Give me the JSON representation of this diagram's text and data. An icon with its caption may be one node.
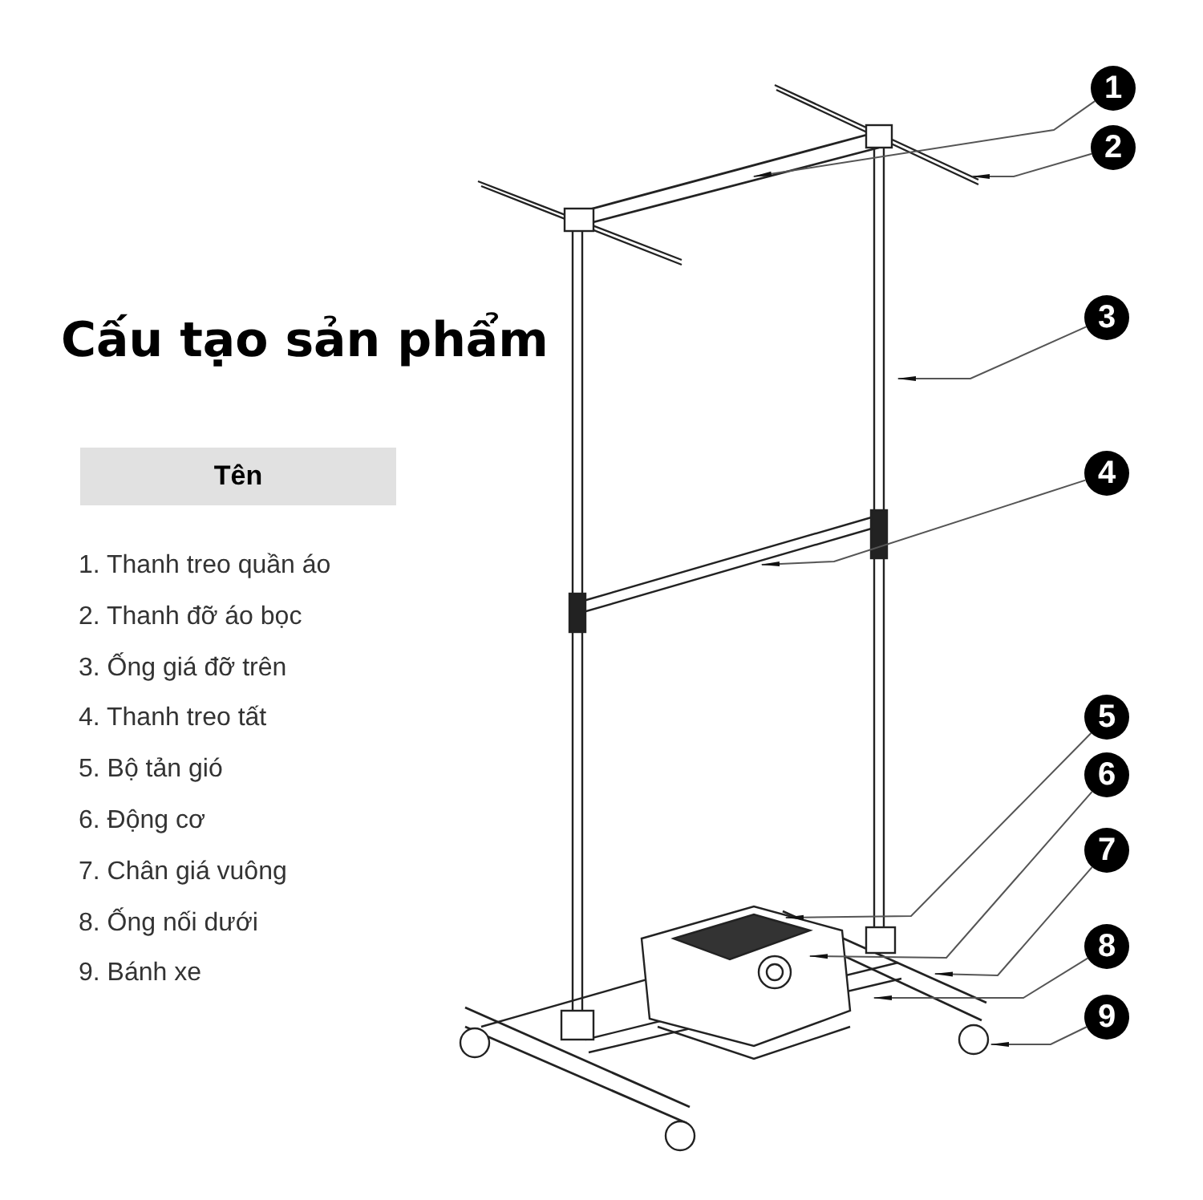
{
  "diagram": {
    "title": "Cấu tạo sản phẩm",
    "nodes": [
      {
        "text": [
          "1"
        ]
      },
      {
        "text": [
          "2"
        ]
      },
      {
        "text": [
          "3"
        ]
      },
      {
        "text": [
          "4"
        ]
      },
      {
        "text": [
          "5"
        ]
      },
      {
        "text": [
          "6"
        ]
      },
      {
        "text": [
          "7"
        ]
      },
      {
        "text": [
          "8"
        ]
      },
      {
        "text": [
          "9"
        ]
      }
    ],
    "edges": [
      {
        "from": 0,
        "to": null,
        "arrow": "to"
      },
      {
        "from": 1,
        "to": null,
        "arrow": "to"
      },
      {
        "from": 2,
        "to": null,
        "arrow": "to"
      },
      {
        "from": 3,
        "to": null,
        "arrow": "to"
      },
      {
        "from": 4,
        "to": null,
        "arrow": "to"
      },
      {
        "from": 5,
        "to": null,
        "arrow": "to"
      },
      {
        "from": 6,
        "to": null,
        "arrow": "to"
      },
      {
        "from": 7,
        "to": null,
        "arrow": "to"
      },
      {
        "from": 8,
        "to": null,
        "arrow": "to"
      }
    ],
    "labels": [
      "Tên",
      "1. Thanh treo quần áo",
      "2. Thanh đỡ áo bọc",
      "3. Ống giá đỡ trên",
      "4. Thanh treo tất",
      "5. Bộ tản gió",
      "6. Động cơ",
      "7. Chân giá vuông",
      "8. Ống nối dưới",
      "9. Bánh xe"
    ]
  }
}
